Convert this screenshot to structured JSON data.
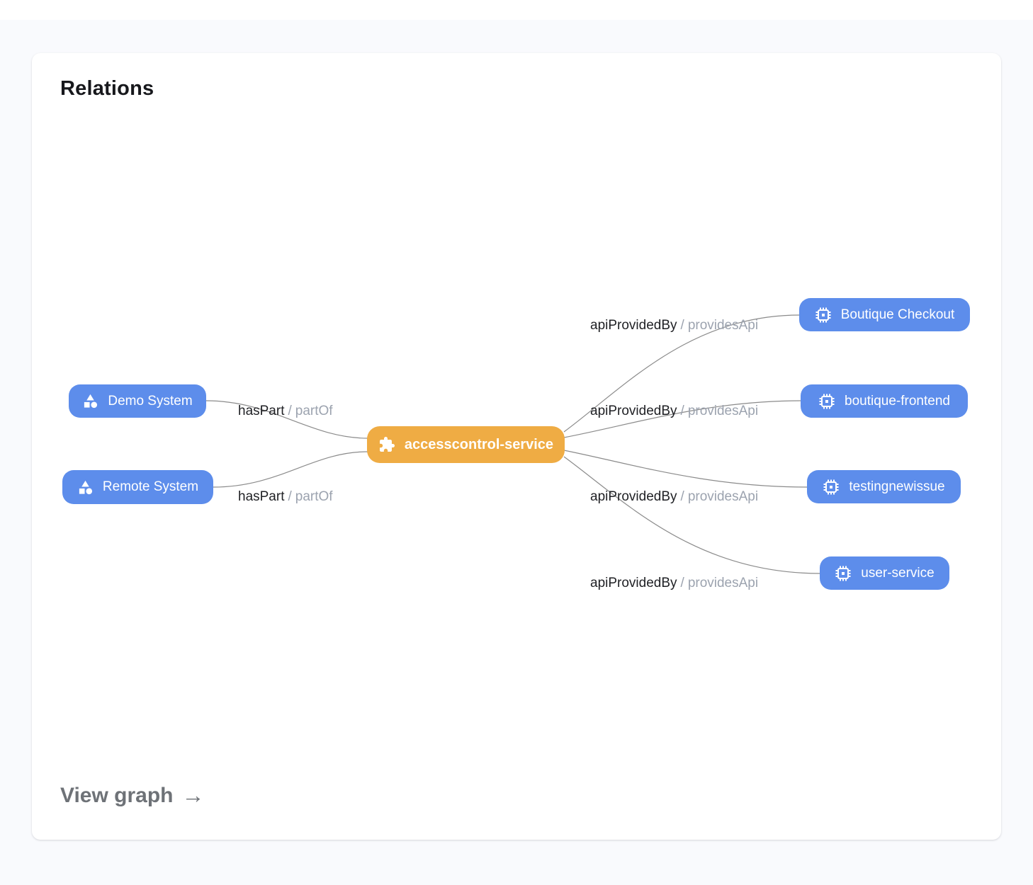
{
  "card": {
    "title": "Relations",
    "footer": {
      "label": "View graph",
      "arrow": "→"
    }
  },
  "colors": {
    "page_background": "#f9fafd",
    "card_background": "#ffffff",
    "node_blue": "#5d8deb",
    "node_orange": "#efac44",
    "edge_line": "#8b8b8b",
    "edge_label_primary": "#1f2024",
    "edge_label_secondary": "#9ca3af",
    "footer_link": "#6e7277"
  },
  "graph": {
    "center_node": {
      "label": "accesscontrol-service",
      "icon": "puzzle-piece-icon"
    },
    "left_nodes": [
      {
        "label": "Demo System",
        "icon": "category-shapes-icon"
      },
      {
        "label": "Remote System",
        "icon": "category-shapes-icon"
      }
    ],
    "right_nodes": [
      {
        "label": "Boutique Checkout",
        "icon": "api-chip-icon"
      },
      {
        "label": "boutique-frontend",
        "icon": "api-chip-icon"
      },
      {
        "label": "testingnewissue",
        "icon": "api-chip-icon"
      },
      {
        "label": "user-service",
        "icon": "api-chip-icon"
      }
    ],
    "left_edge_label": {
      "primary": "hasPart",
      "separator": "/",
      "secondary": "partOf"
    },
    "right_edge_label": {
      "primary": "apiProvidedBy",
      "separator": "/",
      "secondary": "providesApi"
    }
  }
}
